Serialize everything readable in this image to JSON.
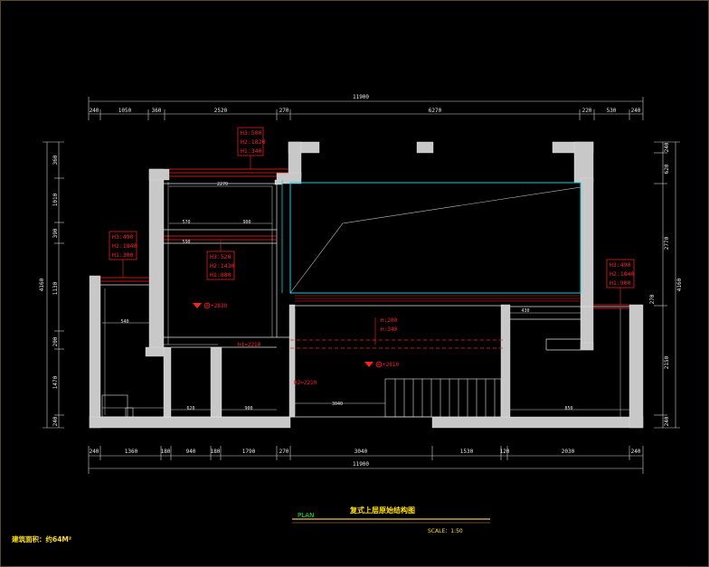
{
  "drawing": {
    "title": "复式上层原始结构图",
    "plan_label": "PLAN",
    "scale_label": "SCALE：1:50",
    "area_label": "建筑面积：约64M²"
  },
  "top_dims": {
    "overall": "11900",
    "segments": [
      "240",
      "1050",
      "360",
      "2520",
      "270",
      "6270",
      "220",
      "530",
      "240"
    ]
  },
  "bottom_dims": {
    "overall": "11900",
    "segments": [
      "240",
      "1360",
      "180",
      "940",
      "180",
      "1790",
      "270",
      "3040",
      "1530",
      "120",
      "2030",
      "240"
    ]
  },
  "left_dims": {
    "overall": "4160",
    "segments": [
      "360",
      "1010",
      "390",
      "1130",
      "200",
      "1470",
      "240"
    ]
  },
  "right_dims": {
    "overall_a": "2770",
    "overall_b": "4160",
    "segments": [
      "240",
      "620",
      "270",
      "2150",
      "240"
    ]
  },
  "height_tags": [
    {
      "h3": "H3:500",
      "h2": "H2:1820",
      "h1": "H1:340"
    },
    {
      "h3": "H3:490",
      "h2": "H2:1840",
      "h1": "H1:300"
    },
    {
      "h3": "H3:520",
      "h2": "H2:1430",
      "h1": "H1:880"
    },
    {
      "h3": "H3:490",
      "h2": "H2:1840",
      "h1": "H1:900"
    }
  ],
  "level_marks": {
    "upper": "+2830",
    "lower": "+2810",
    "room_h": "H:200",
    "room_h1": "H:340"
  },
  "beam_labels": {
    "b1": "H1=2210",
    "b2": "H2=2210"
  },
  "inner_dims": {
    "d1": "2270",
    "d2": "570",
    "d3": "900",
    "d4": "590",
    "d5": "3040",
    "d6": "430",
    "d7": "850",
    "d8": "540",
    "d9": "620",
    "d10": "900"
  },
  "colors": {
    "wall": "#c8c8c8",
    "dimension": "#e8e8e8",
    "tag": "#ff2020",
    "void": "#00d8e0",
    "title": "#ffe000",
    "plan": "#00ff40",
    "frame": "#5a4a2a"
  }
}
